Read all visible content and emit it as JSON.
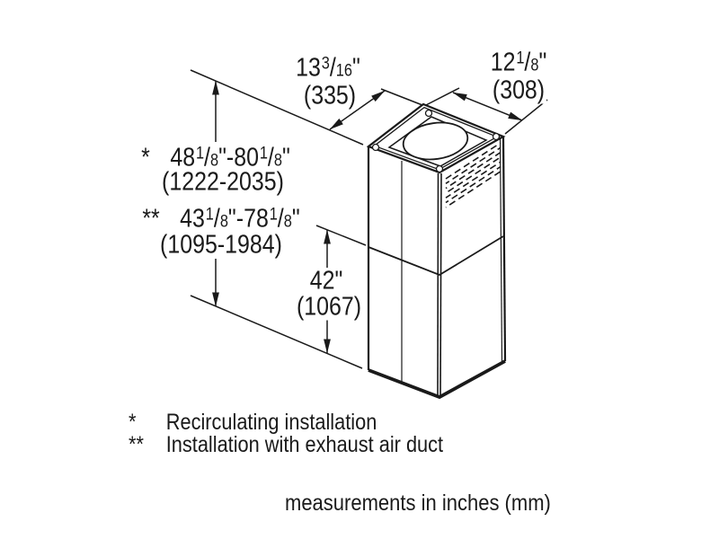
{
  "page": {
    "background": "#ffffff",
    "ink_color": "#1a1a1a"
  },
  "dimensions": {
    "top_width": {
      "whole": "13",
      "numerator": "3",
      "slash": "/",
      "denominator": "16",
      "unit": "\"",
      "mm": "(335)"
    },
    "top_depth": {
      "whole": "12",
      "numerator": "1",
      "slash": "/",
      "denominator": "8",
      "unit": "\"",
      "mm": "(308)"
    },
    "height_recirculating": {
      "marker": "*",
      "from_whole": "48",
      "from_numerator": "1",
      "from_slash": "/",
      "from_denominator": "8",
      "joiner": "\"-",
      "to_whole": "80",
      "to_numerator": "1",
      "to_slash": "/",
      "to_denominator": "8",
      "unit": "\"",
      "mm": "(1222-2035)"
    },
    "height_exhaust": {
      "marker": "**",
      "from_whole": "43",
      "from_numerator": "1",
      "from_slash": "/",
      "from_denominator": "8",
      "joiner": "\"-",
      "to_whole": "78",
      "to_numerator": "1",
      "to_slash": "/",
      "to_denominator": "8",
      "unit": "\"",
      "mm": "(1095-1984)"
    },
    "lower_section_height": {
      "value": "42\"",
      "mm": "(1067)"
    }
  },
  "footnotes": [
    {
      "marker": "*",
      "text": "Recirculating installation"
    },
    {
      "marker": "**",
      "text": "Installation with exhaust air duct"
    }
  ],
  "footer": {
    "note": "measurements in inches (mm)"
  }
}
